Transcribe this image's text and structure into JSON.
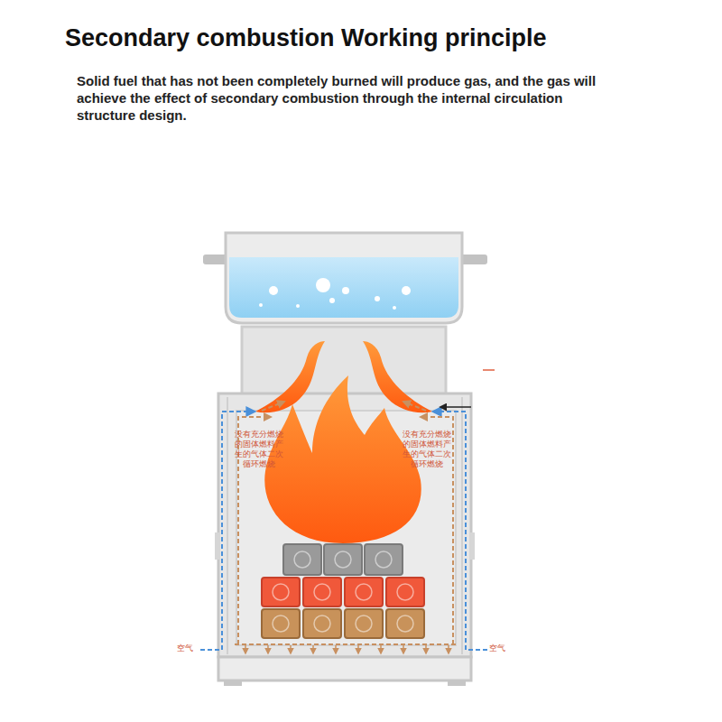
{
  "diagram": {
    "title": "Secondary combustion Working principle",
    "labels": [
      "Solid fuel that has not been completely burned will produce gas, and the gas will achieve the effect of secondary combustion through the internal circulation structure design.",
      "没有充分燃烧的固体燃料产生的气体二次循环燃烧",
      "没有充分燃烧的固体燃料产生的气体二次循环燃烧",
      "空气",
      "空气"
    ]
  }
}
